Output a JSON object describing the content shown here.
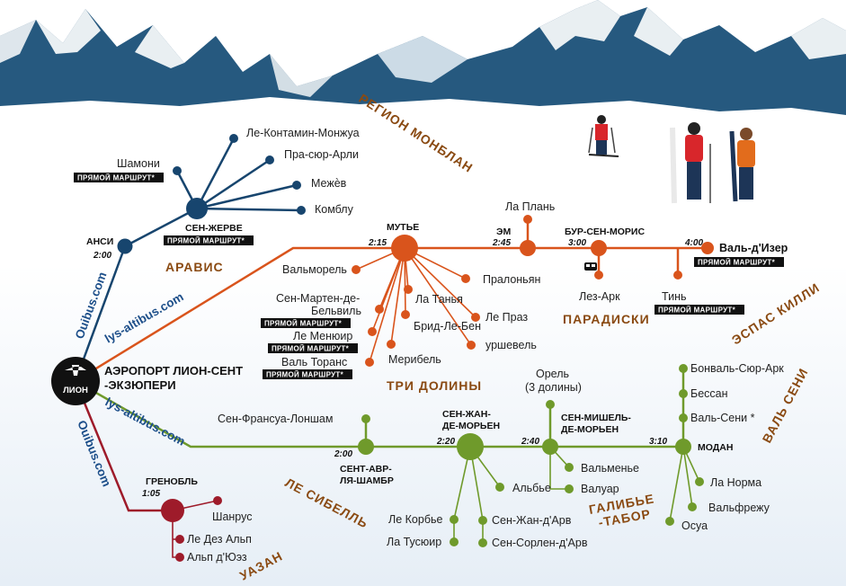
{
  "colors": {
    "montblanc": "#17456e",
    "tarentaise": "#d9541c",
    "maurienne": "#6f9a2b",
    "grenoble": "#9e1b2a",
    "region_text": "#8a4a12",
    "road_text": "#1d4f8a"
  },
  "icons": [
    "airplane-icon",
    "funicular-icon",
    "skier-icon"
  ],
  "airport": {
    "city": "ЛИОН",
    "name_line1": "АЭРОПОРТ ЛИОН-СЕНТ",
    "name_line2": "-ЭКЗЮПЕРИ"
  },
  "direct_route": "ПРЯМОЙ МАРШРУТ*",
  "roads": {
    "ouibus_top": "Ouibus.com",
    "lys_top": "lys-altibus.com",
    "lys_bottom": "lys-altibus.com",
    "ouibus_bottom": "Ouibus.com"
  },
  "regions": {
    "montblanc": "РЕГИОН МОНБЛАН",
    "aravis": "АРАВИС",
    "three_valleys": "ТРИ ДОЛИНЫ",
    "paradiski": "ПАРАДИСКИ",
    "espace_killy": "ЭСПАС КИЛЛИ",
    "sybelles": "ЛЕ СИБЕЛЛЬ",
    "galibier": "ГАЛИБЬЕ\n-ТАБОР",
    "val_cenis": "ВАЛЬ СЕНИ",
    "oisans": "УАЗАН"
  },
  "montblanc": {
    "annecy": {
      "name": "АНСИ",
      "time": "2:00"
    },
    "sallanches": {
      "name": "СЕН-ЖЕРВЕ"
    },
    "chamonix": "Шамони",
    "branches": [
      "Ле-Контамин-Монжуа",
      "Пра-сюр-Арли",
      "Межѐв",
      "Комблу"
    ]
  },
  "tarentaise": {
    "moutiers": {
      "name": "МУТЬЕ",
      "time": "2:15"
    },
    "aime": {
      "name": "ЭМ",
      "time": "2:45"
    },
    "bsm": {
      "name": "БУР-СЕН-МОРИС",
      "time": "3:00"
    },
    "val_isere": {
      "name": "Валь-д'Изер",
      "time": "4:00"
    },
    "la_plagne": "Ла Плань",
    "les_arcs": "Лез-Арк",
    "tignes": "Тинь",
    "left_branches": [
      {
        "name_line1": "Вальморель",
        "name_line2": "",
        "direct": false
      },
      {
        "name_line1": "Сен-Мартен-де-",
        "name_line2": "Бельвиль",
        "direct": true
      },
      {
        "name_line1": "Ле Менюир",
        "name_line2": "",
        "direct": true
      },
      {
        "name_line1": "Валь Торанс",
        "name_line2": "",
        "direct": true
      }
    ],
    "middle_branches": [
      "Мерибель",
      "Ла Танья",
      "Брид-Ле-Бен",
      "Пралоньян",
      "Ле Праз",
      "уршевель"
    ]
  },
  "maurienne": {
    "chambre": {
      "name_line1": "СЕНТ-АВР-",
      "name_line2": "ЛЯ-ШАМБР",
      "time": "2:00"
    },
    "sjm": {
      "name_line1": "СЕН-ЖАН-",
      "name_line2": "ДЕ-МОРЬЕН",
      "time": "2:20"
    },
    "smm": {
      "name_line1": "СЕН-МИШЕЛЬ-",
      "name_line2": "ДЕ-МОРЬЕН",
      "time": "2:40"
    },
    "modane": {
      "name": "МОДАН",
      "time": "3:10"
    },
    "st_francois": "Сен-Франсуа-Лоншам",
    "orelle_line1": "Орель",
    "orelle_line2": "(3 долины)",
    "sjm_branches": [
      "Альбье",
      "Ле Корбье",
      "Ла Тусюир",
      "Сен-Жан-д'Арв",
      "Сен-Сорлен-д'Арв"
    ],
    "smm_branches": [
      "Вальменье",
      "Валуар"
    ],
    "modane_north": [
      "Бонваль-Сюр-Арк",
      "Бессан",
      "Валь-Сени *"
    ],
    "modane_south": [
      "Ла Норма",
      "Вальфрежу",
      "Осуа"
    ]
  },
  "grenoble": {
    "hub": {
      "name": "ГРЕНОБЛЬ",
      "time": "1:05"
    },
    "branches": [
      "Шанрус",
      "Ле Дез Альп",
      "Альп д'Юэз"
    ]
  }
}
